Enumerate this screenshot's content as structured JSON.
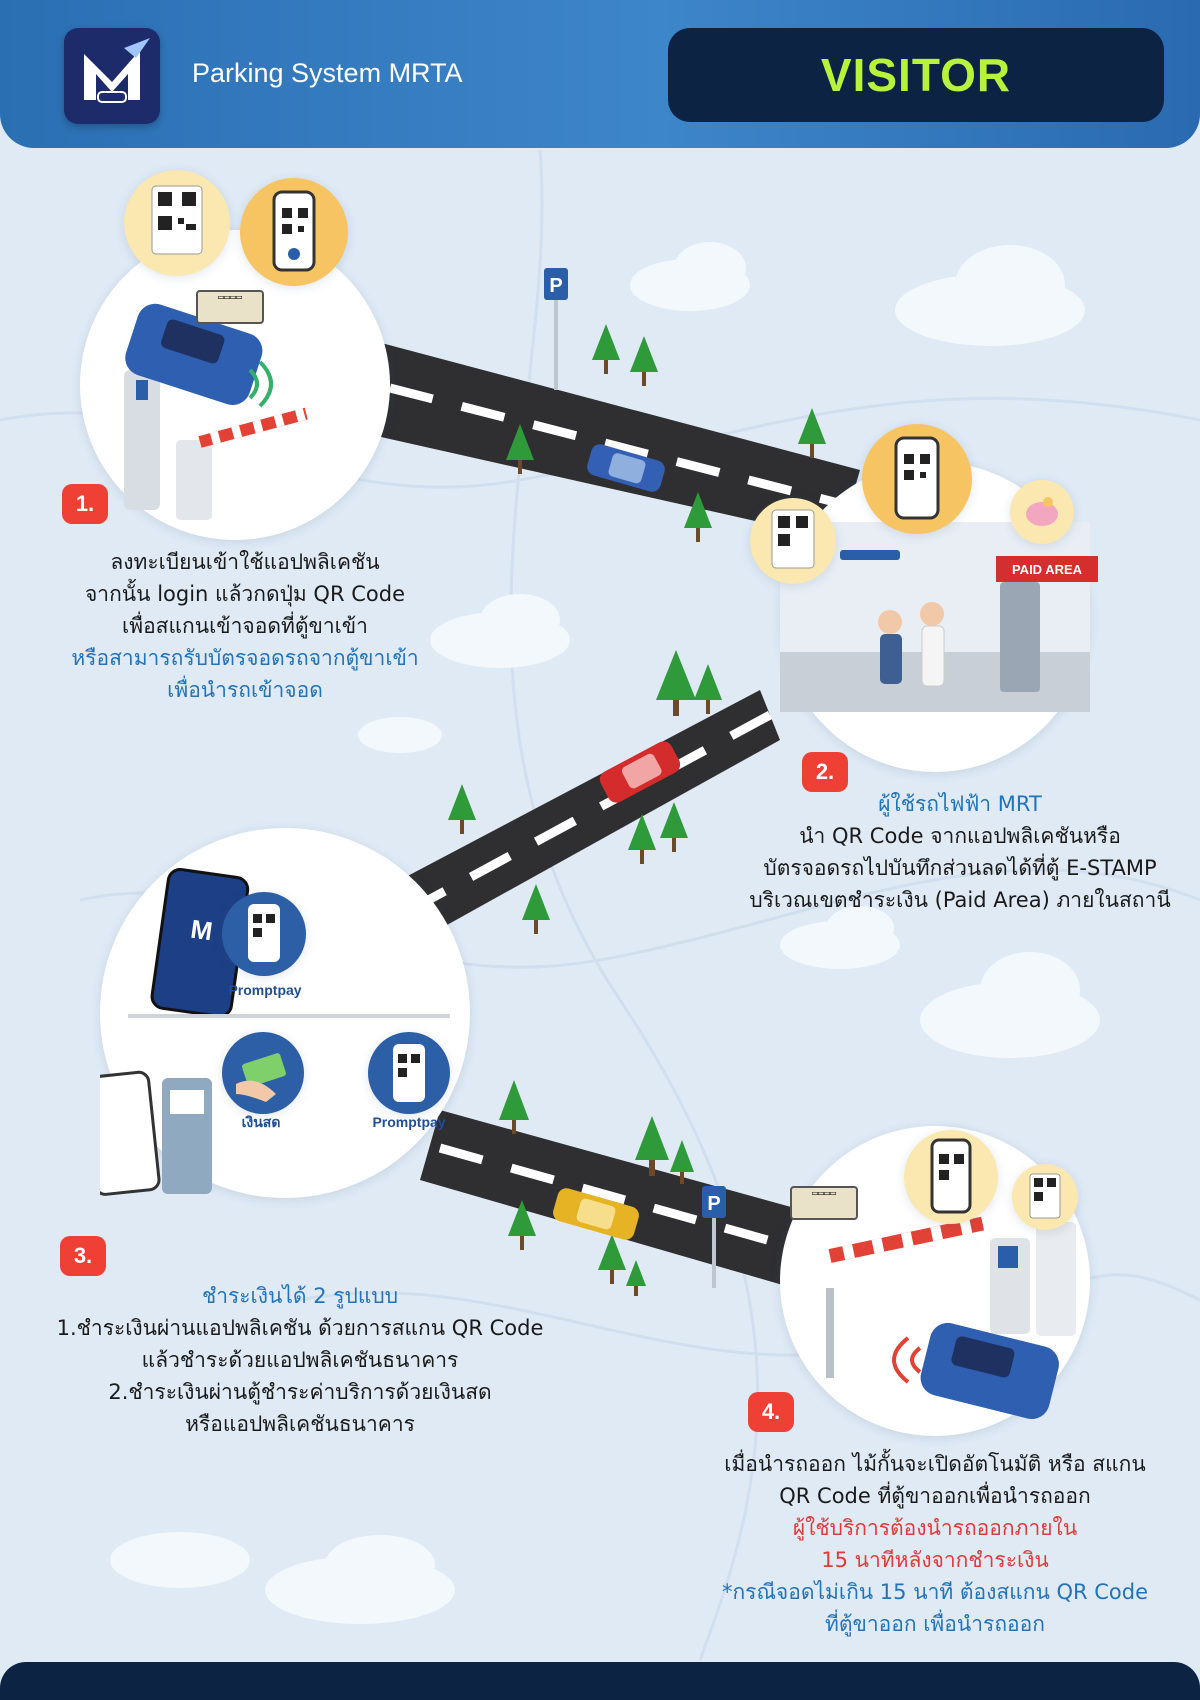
{
  "header": {
    "app_title": "Parking System MRTA",
    "badge": "VISITOR",
    "logo_icon": "mrta-logo-icon"
  },
  "steps": [
    {
      "number": "1.",
      "lines": [
        {
          "text": "ลงทะเบียนเข้าใช้แอปพลิเคชัน",
          "color": "dark"
        },
        {
          "text": "จากนั้น login แล้วกดปุ่ม QR Code",
          "color": "dark"
        },
        {
          "text": "เพื่อสแกนเข้าจอดที่ตู้ขาเข้า",
          "color": "dark"
        },
        {
          "text": "หรือสามารถรับบัตรจอดรถจากตู้ขาเข้า",
          "color": "blue"
        },
        {
          "text": "เพื่อนำรถเข้าจอด",
          "color": "blue"
        }
      ]
    },
    {
      "number": "2.",
      "lines": [
        {
          "text": "ผู้ใช้รถไฟฟ้า MRT",
          "color": "blue"
        },
        {
          "text": "นำ QR Code จากแอปพลิเคชันหรือ",
          "color": "dark"
        },
        {
          "text": "บัตรจอดรถไปบันทึกส่วนลดได้ที่ตู้ E-STAMP",
          "color": "dark"
        },
        {
          "text": "บริเวณเขตชำระเงิน (Paid Area) ภายในสถานี",
          "color": "dark"
        }
      ]
    },
    {
      "number": "3.",
      "lines": [
        {
          "text": "ชำระเงินได้ 2 รูปแบบ",
          "color": "blue"
        },
        {
          "text": "1.ชำระเงินผ่านแอปพลิเคชัน ด้วยการสแกน QR Code",
          "color": "dark"
        },
        {
          "text": "แล้วชำระด้วยแอปพลิเคชันธนาคาร",
          "color": "dark"
        },
        {
          "text": "2.ชำระเงินผ่านตู้ชำระค่าบริการด้วยเงินสด",
          "color": "dark"
        },
        {
          "text": "หรือแอปพลิเคชันธนาคาร",
          "color": "dark"
        }
      ]
    },
    {
      "number": "4.",
      "lines": [
        {
          "text": "เมื่อนำรถออก ไม้กั้นจะเปิดอัตโนมัติ หรือ สแกน",
          "color": "dark"
        },
        {
          "text": "QR Code ที่ตู้ขาออกเพื่อนำรถออก",
          "color": "dark"
        },
        {
          "text": "ผู้ใช้บริการต้องนำรถออกภายใน",
          "color": "red"
        },
        {
          "text": "15 นาทีหลังจากชำระเงิน",
          "color": "red"
        },
        {
          "text": "*กรณีจอดไม่เกิน 15 นาที ต้องสแกน QR Code",
          "color": "blue"
        },
        {
          "text": "ที่ตู้ขาออก เพื่อนำรถออก",
          "color": "blue"
        }
      ]
    }
  ],
  "labels": {
    "paid_area": "PAID AREA",
    "promptpay_1": "Promptpay",
    "promptpay_2": "Promptpay",
    "cash": "เงินสด"
  },
  "colors": {
    "header_blue": "#3d86c9",
    "badge_bg": "#0d2343",
    "badge_text": "#b7f33b",
    "step_red": "#ee4035",
    "text_blue": "#2273b8",
    "text_red": "#e03a3a"
  }
}
